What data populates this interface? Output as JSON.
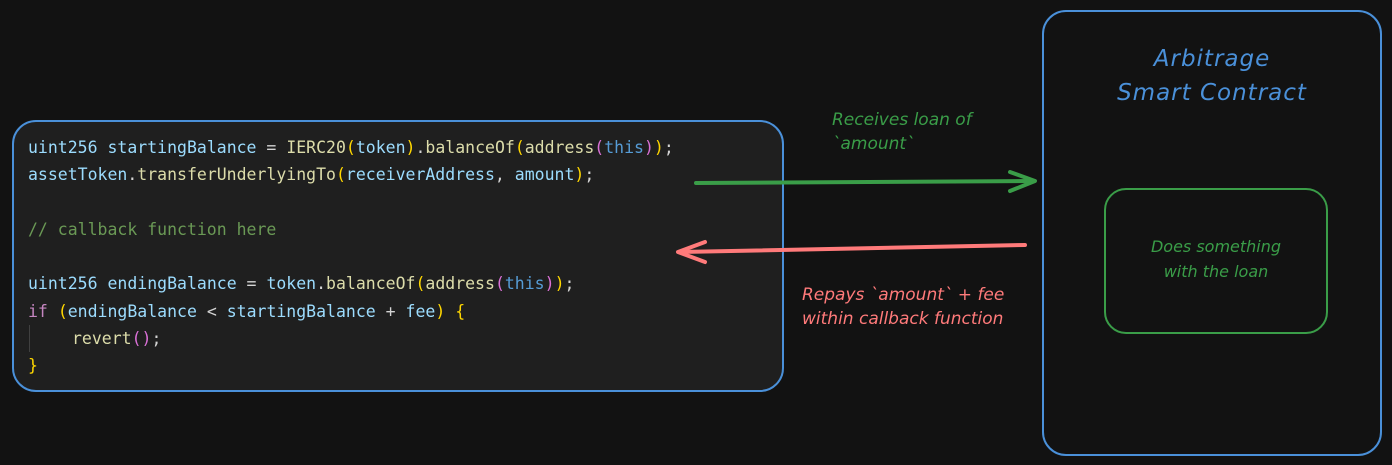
{
  "code_panel": {
    "lines": [
      [
        {
          "t": "uint256 ",
          "c": "t-type"
        },
        {
          "t": "startingBalance",
          "c": "t-var"
        },
        {
          "t": " = ",
          "c": "t-op"
        },
        {
          "t": "IERC20",
          "c": "t-fn"
        },
        {
          "t": "(",
          "c": "t-p1"
        },
        {
          "t": "token",
          "c": "t-var"
        },
        {
          "t": ")",
          "c": "t-p1"
        },
        {
          "t": ".",
          "c": "t-op"
        },
        {
          "t": "balanceOf",
          "c": "t-fn"
        },
        {
          "t": "(",
          "c": "t-p1"
        },
        {
          "t": "address",
          "c": "t-fn"
        },
        {
          "t": "(",
          "c": "t-p2"
        },
        {
          "t": "this",
          "c": "t-kw"
        },
        {
          "t": ")",
          "c": "t-p2"
        },
        {
          "t": ")",
          "c": "t-p1"
        },
        {
          "t": ";",
          "c": "t-op"
        }
      ],
      [
        {
          "t": "assetToken",
          "c": "t-var"
        },
        {
          "t": ".",
          "c": "t-op"
        },
        {
          "t": "transferUnderlyingTo",
          "c": "t-fn"
        },
        {
          "t": "(",
          "c": "t-p1"
        },
        {
          "t": "receiverAddress",
          "c": "t-var"
        },
        {
          "t": ", ",
          "c": "t-op"
        },
        {
          "t": "amount",
          "c": "t-var"
        },
        {
          "t": ")",
          "c": "t-p1"
        },
        {
          "t": ";",
          "c": "t-op"
        }
      ],
      [],
      [
        {
          "t": "// callback function here",
          "c": "t-cm"
        }
      ],
      [],
      [
        {
          "t": "uint256 ",
          "c": "t-type"
        },
        {
          "t": "endingBalance",
          "c": "t-var"
        },
        {
          "t": " = ",
          "c": "t-op"
        },
        {
          "t": "token",
          "c": "t-var"
        },
        {
          "t": ".",
          "c": "t-op"
        },
        {
          "t": "balanceOf",
          "c": "t-fn"
        },
        {
          "t": "(",
          "c": "t-p1"
        },
        {
          "t": "address",
          "c": "t-fn"
        },
        {
          "t": "(",
          "c": "t-p2"
        },
        {
          "t": "this",
          "c": "t-kw"
        },
        {
          "t": ")",
          "c": "t-p2"
        },
        {
          "t": ")",
          "c": "t-p1"
        },
        {
          "t": ";",
          "c": "t-op"
        }
      ],
      [
        {
          "t": "if",
          "c": "t-ctrl"
        },
        {
          "t": " ",
          "c": "t-op"
        },
        {
          "t": "(",
          "c": "t-p1"
        },
        {
          "t": "endingBalance",
          "c": "t-var"
        },
        {
          "t": " < ",
          "c": "t-op"
        },
        {
          "t": "startingBalance",
          "c": "t-var"
        },
        {
          "t": " + ",
          "c": "t-op"
        },
        {
          "t": "fee",
          "c": "t-var"
        },
        {
          "t": ")",
          "c": "t-p1"
        },
        {
          "t": " ",
          "c": "t-op"
        },
        {
          "t": "{",
          "c": "t-p1"
        }
      ],
      [
        {
          "t": "revert",
          "c": "t-fn",
          "indent": true
        },
        {
          "t": "(",
          "c": "t-p2"
        },
        {
          "t": ")",
          "c": "t-p2"
        },
        {
          "t": ";",
          "c": "t-op"
        }
      ],
      [
        {
          "t": "}",
          "c": "t-p1"
        }
      ]
    ]
  },
  "arrows": {
    "loan": {
      "label": "Receives loan of\n`amount`",
      "color": "#3a9d48",
      "direction": "right"
    },
    "repay": {
      "label": "Repays `amount` + fee\nwithin callback function",
      "color": "#ff7a7a",
      "direction": "left"
    }
  },
  "contract": {
    "title": "Arbitrage\nSmart Contract",
    "inner_label": "Does something\nwith the loan",
    "border_color": "#4a90d9",
    "inner_color": "#3a9d48"
  }
}
